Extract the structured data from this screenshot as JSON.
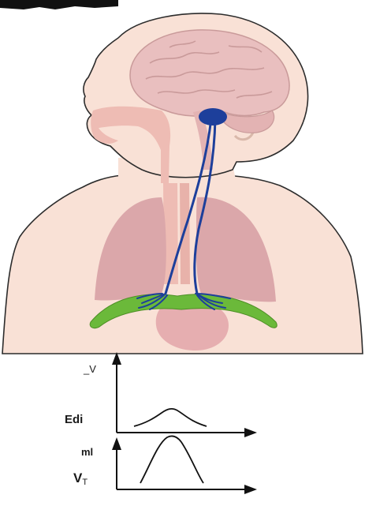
{
  "labels": {
    "flow": "_V",
    "edi": "Edi",
    "volume_unit": "ml",
    "tidal_volume": "V",
    "tidal_volume_sub": "T"
  },
  "colors": {
    "skin": "#f9e1d6",
    "brain": "#e9bfbf",
    "airway": "#eebcb4",
    "lungs": "#dba7aa",
    "stomach": "#e6aeb0",
    "diaphragm": "#6bb93a",
    "nerve": "#1d3f9b",
    "outline": "#2c2c2c",
    "axis": "#111111"
  },
  "icons": [
    "phrenic-nerve-icon",
    "diaphragm-icon",
    "lungs-icon",
    "brain-icon"
  ]
}
